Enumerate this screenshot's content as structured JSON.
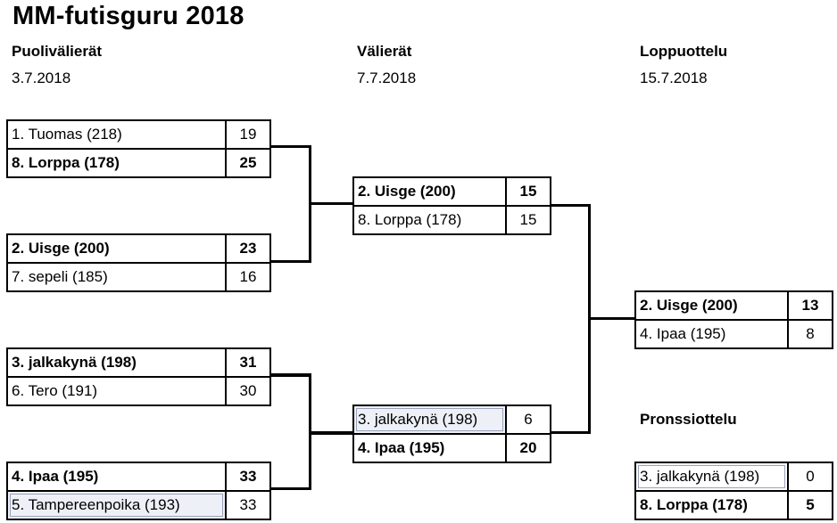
{
  "title": "MM-futisguru 2018",
  "rounds": {
    "qf": {
      "label": "Puolivälierät",
      "date": "3.7.2018"
    },
    "sf": {
      "label": "Välierät",
      "date": "7.7.2018"
    },
    "final": {
      "label": "Loppuottelu",
      "date": "15.7.2018"
    },
    "bronze": {
      "label": "Pronssiottelu"
    }
  },
  "matches": {
    "qf1": [
      {
        "name": "1. Tuomas (218)",
        "score": "19"
      },
      {
        "name": "8. Lorppa (178)",
        "score": "25"
      }
    ],
    "qf2": [
      {
        "name": "2. Uisge (200)",
        "score": "23"
      },
      {
        "name": "7. sepeli (185)",
        "score": "16"
      }
    ],
    "qf3": [
      {
        "name": "3. jalkakynä (198)",
        "score": "31"
      },
      {
        "name": "6. Tero (191)",
        "score": "30"
      }
    ],
    "qf4": [
      {
        "name": "4. Ipaa (195)",
        "score": "33"
      },
      {
        "name": "5. Tampereenpoika (193)",
        "score": "33"
      }
    ],
    "sf1": [
      {
        "name": "2. Uisge (200)",
        "score": "15"
      },
      {
        "name": "8. Lorppa (178)",
        "score": "15"
      }
    ],
    "sf2": [
      {
        "name": "3. jalkakynä (198)",
        "score": "6"
      },
      {
        "name": "4. Ipaa (195)",
        "score": "20"
      }
    ],
    "final": [
      {
        "name": "2. Uisge (200)",
        "score": "13"
      },
      {
        "name": "4. Ipaa (195)",
        "score": "8"
      }
    ],
    "bronze": [
      {
        "name": "3. jalkakynä (198)",
        "score": "0"
      },
      {
        "name": "8. Lorppa (178)",
        "score": "5"
      }
    ]
  }
}
